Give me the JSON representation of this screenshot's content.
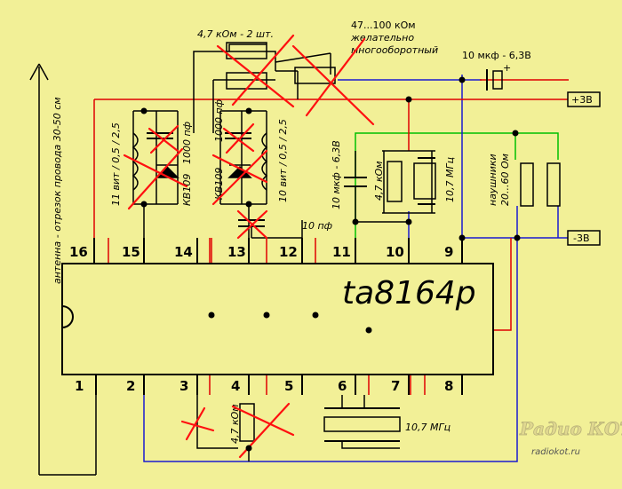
{
  "chip_label": "ta8164p",
  "pins_top": [
    "16",
    "15",
    "14",
    "13",
    "12",
    "11",
    "10",
    "9"
  ],
  "pins_bottom": [
    "1",
    "2",
    "3",
    "4",
    "5",
    "6",
    "7",
    "8"
  ],
  "labels": {
    "antenna": "антенна - отрезок провода 30-50 см",
    "resistors_pair": "4,7 кОм - 2 шт.",
    "pot": "47...100 кОм",
    "pot_note1": "желательно",
    "pot_note2": "многооборотный",
    "cap_top": "10 мкф - 6,3В",
    "plus3": "+3В",
    "minus3": "-3В",
    "coil1": "11 вит / 0,5 / 2,5",
    "coil2": "10 вит / 0,5 / 2,5",
    "cap1000a": "1000 пф",
    "cap1000b": "1000 пф",
    "kv109a": "КВ109",
    "kv109b": "КВ109",
    "cap10pf": "10 пф",
    "cap10u": "10 мкф - 6,3В",
    "r47k": "4,7 кОм",
    "xtal_top": "10,7 МГц",
    "phones1": "наушники",
    "phones2": "20...60 Ом",
    "r47k_bottom": "4,7 кОм",
    "xtal_bottom": "10,7 МГц",
    "plus_sign": "+",
    "watermark1": "Радио КОТ",
    "watermark2": "radiokot.ru"
  },
  "colors": {
    "background": "#f2f097",
    "chip_fill": "#f2f097",
    "red_wire": "#e00000",
    "blue_wire": "#1a1ad0",
    "green_wire": "#00c000",
    "cross": "#ff1010"
  }
}
